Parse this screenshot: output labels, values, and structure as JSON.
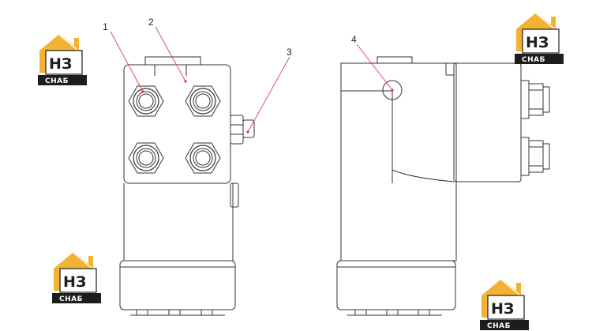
{
  "diagram": {
    "callouts": [
      "1",
      "2",
      "3",
      "4"
    ]
  },
  "logo": {
    "text_top": "НЗ",
    "text_bottom": "СНАБ",
    "colors": {
      "roof": "#f2b233",
      "dark": "#1d1d1b",
      "light": "#ffffff"
    }
  },
  "colors": {
    "line": "#333333",
    "leader": "#e0303a"
  }
}
